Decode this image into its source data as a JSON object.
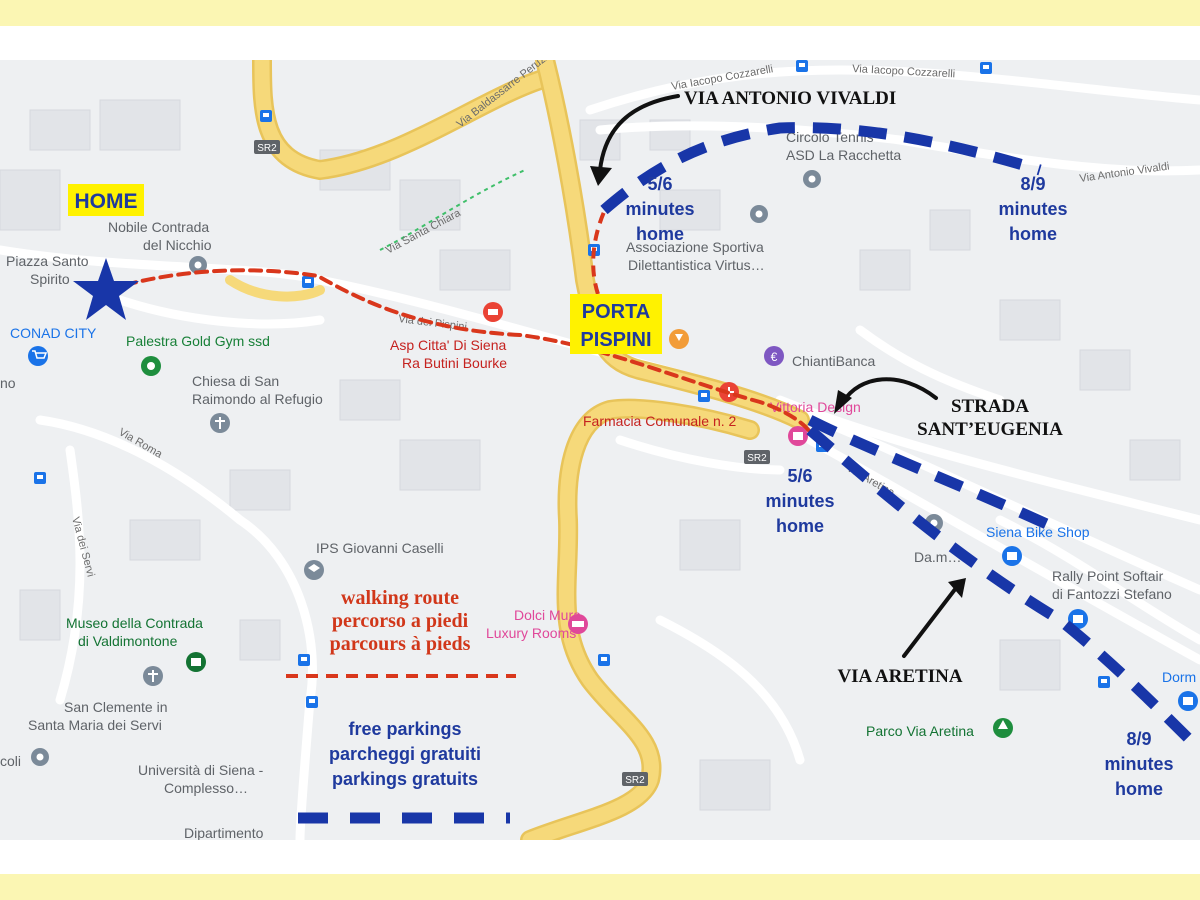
{
  "labels": {
    "home": "HOME",
    "porta_line1": "PORTA",
    "porta_line2": "PISPINI",
    "via_vivaldi_callout": "VIA ANTONIO VIVALDI",
    "strada_line1": "STRADA",
    "strada_line2": "SANT’EUGENIA",
    "via_aretina_callout": "VIA ARETINA"
  },
  "times": {
    "t1_l1": "5/6",
    "t1_l2": "minutes",
    "t1_l3": "home",
    "t2_l1": "8/9",
    "t2_l2": "minutes",
    "t2_l3": "home",
    "t3_l1": "5/6",
    "t3_l2": "minutes",
    "t3_l3": "home",
    "t4_l1": "8/9",
    "t4_l2": "minutes",
    "t4_l3": "home"
  },
  "legend": {
    "walk_l1": "walking route",
    "walk_l2": "percorso a piedi",
    "walk_l3": "parcours à pieds",
    "park_l1": "free parkings",
    "park_l2": "parcheggi gratuiti",
    "park_l3": "parkings gratuits"
  },
  "places": {
    "nobile_l1": "Nobile Contrada",
    "nobile_l2": "del Nicchio",
    "piazza_l1": "Piazza Santo",
    "piazza_l2": "Spirito",
    "conad": "CONAD CITY",
    "gym": "Palestra Gold Gym ssd",
    "chiesa_l1": "Chiesa di San",
    "chiesa_l2": "Raimondo al Refugio",
    "asp_l1": "Asp Citta' Di Siena",
    "asp_l2": "Ra Butini Bourke",
    "circolo_l1": "Circolo Tennis",
    "circolo_l2": "ASD La Racchetta",
    "associazione_l1": "Associazione Sportiva",
    "associazione_l2": "Dilettantistica Virtus…",
    "chianti": "ChiantiBanca",
    "vittoria": "Vittoria Design",
    "farmacia": "Farmacia Comunale n. 2",
    "ips": "IPS Giovanni Caselli",
    "museo_l1": "Museo della Contrada",
    "museo_l2": "di Valdimontone",
    "clemente_l1": "San Clemente in",
    "clemente_l2": "Santa Maria dei Servi",
    "universita_l1": "Università di Siena -",
    "universita_l2": "Complesso…",
    "dipartimento": "Dipartimento",
    "dolci_l1": "Dolci Mura",
    "dolci_l2": "Luxury Rooms",
    "bike": "Siena Bike Shop",
    "rally_l1": "Rally Point Softair",
    "rally_l2": "di Fantozzi Stefano",
    "parco": "Parco Via Aretina",
    "dam": "Da.m…",
    "dorm": "Dorm",
    "no": "no",
    "coli": "coli"
  },
  "streets": {
    "peruzzi": "Via Baldassarre Peruzzi",
    "cozzarelli1": "Via Iacopo Cozzarelli",
    "cozzarelli2": "Via Iacopo Cozzarelli",
    "vivaldi": "Via Antonio Vivaldi",
    "chiara": "Via Santa Chiara",
    "pispini": "Via dei Pispini",
    "roma": "Via Roma",
    "servi": "Via dei Servi",
    "aretina": "Via Aretina",
    "sr2": "SR2"
  },
  "colors": {
    "map_bg": "#eef0f2",
    "road": "#f6d97a",
    "road_edge": "#e8c45a",
    "route_red": "#d9371c",
    "route_blue": "#1836a8",
    "highlight": "#fff200",
    "star": "#1836a8"
  }
}
